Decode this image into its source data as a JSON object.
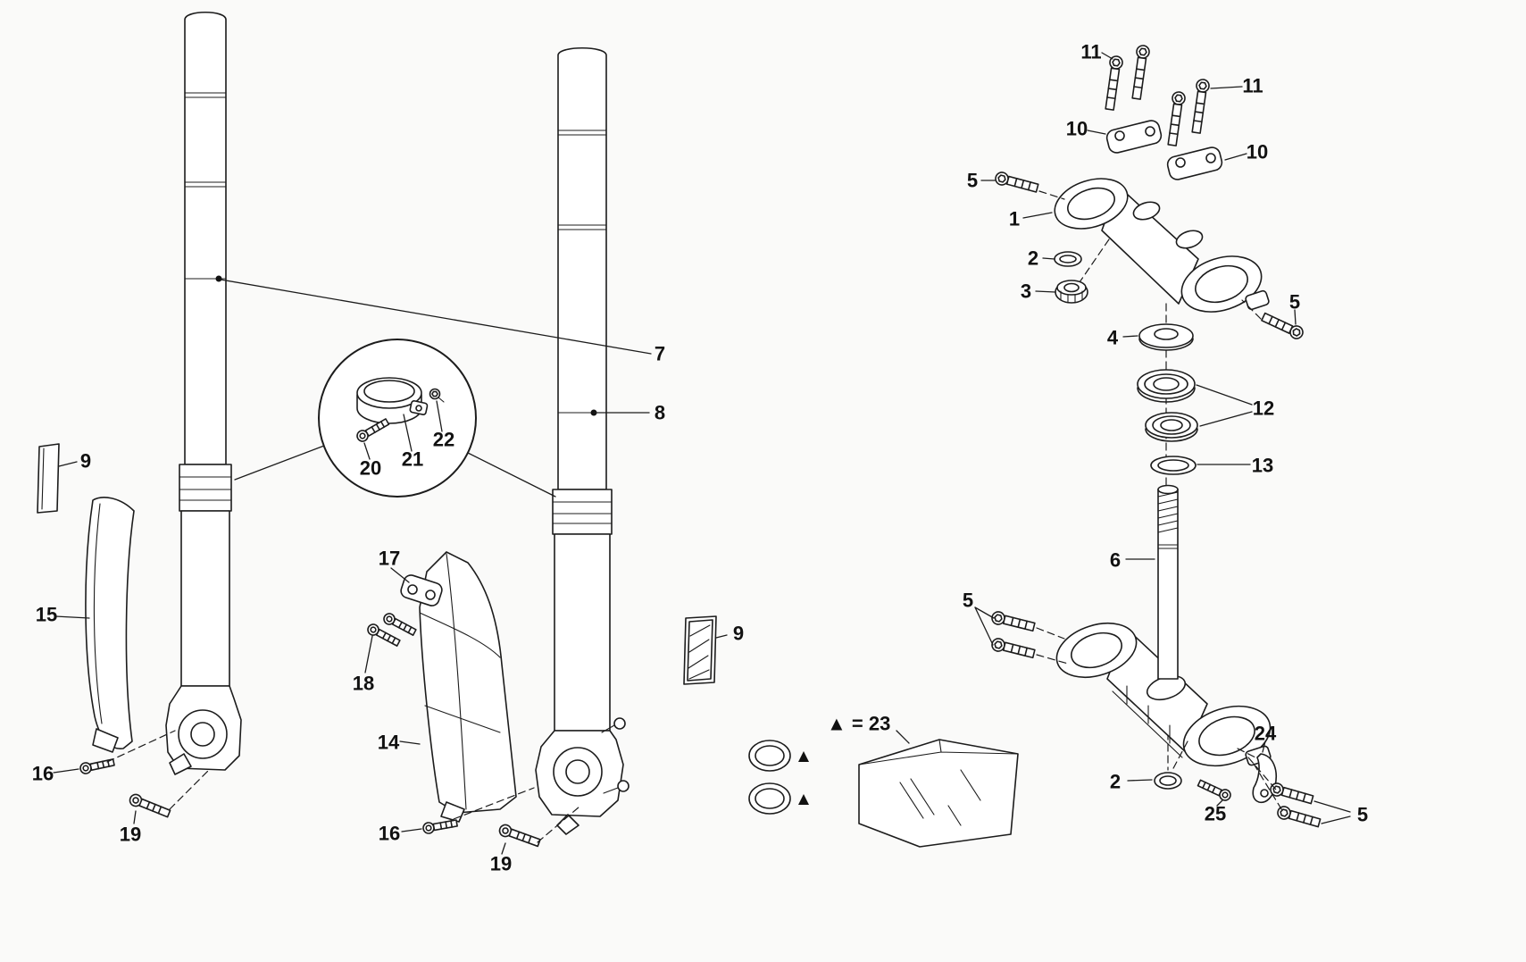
{
  "colors": {
    "background": "#fafaf9",
    "line": "#1c1c1c"
  },
  "legend": {
    "triangle_note": "▲ = 23"
  },
  "labels": {
    "1": "1",
    "2": "2",
    "3": "3",
    "4": "4",
    "5": "5",
    "6": "6",
    "7": "7",
    "8": "8",
    "9": "9",
    "10": "10",
    "11": "11",
    "12": "12",
    "13": "13",
    "14": "14",
    "15": "15",
    "16": "16",
    "17": "17",
    "18": "18",
    "19": "19",
    "20": "20",
    "21": "21",
    "22": "22",
    "24": "24",
    "25": "25"
  }
}
